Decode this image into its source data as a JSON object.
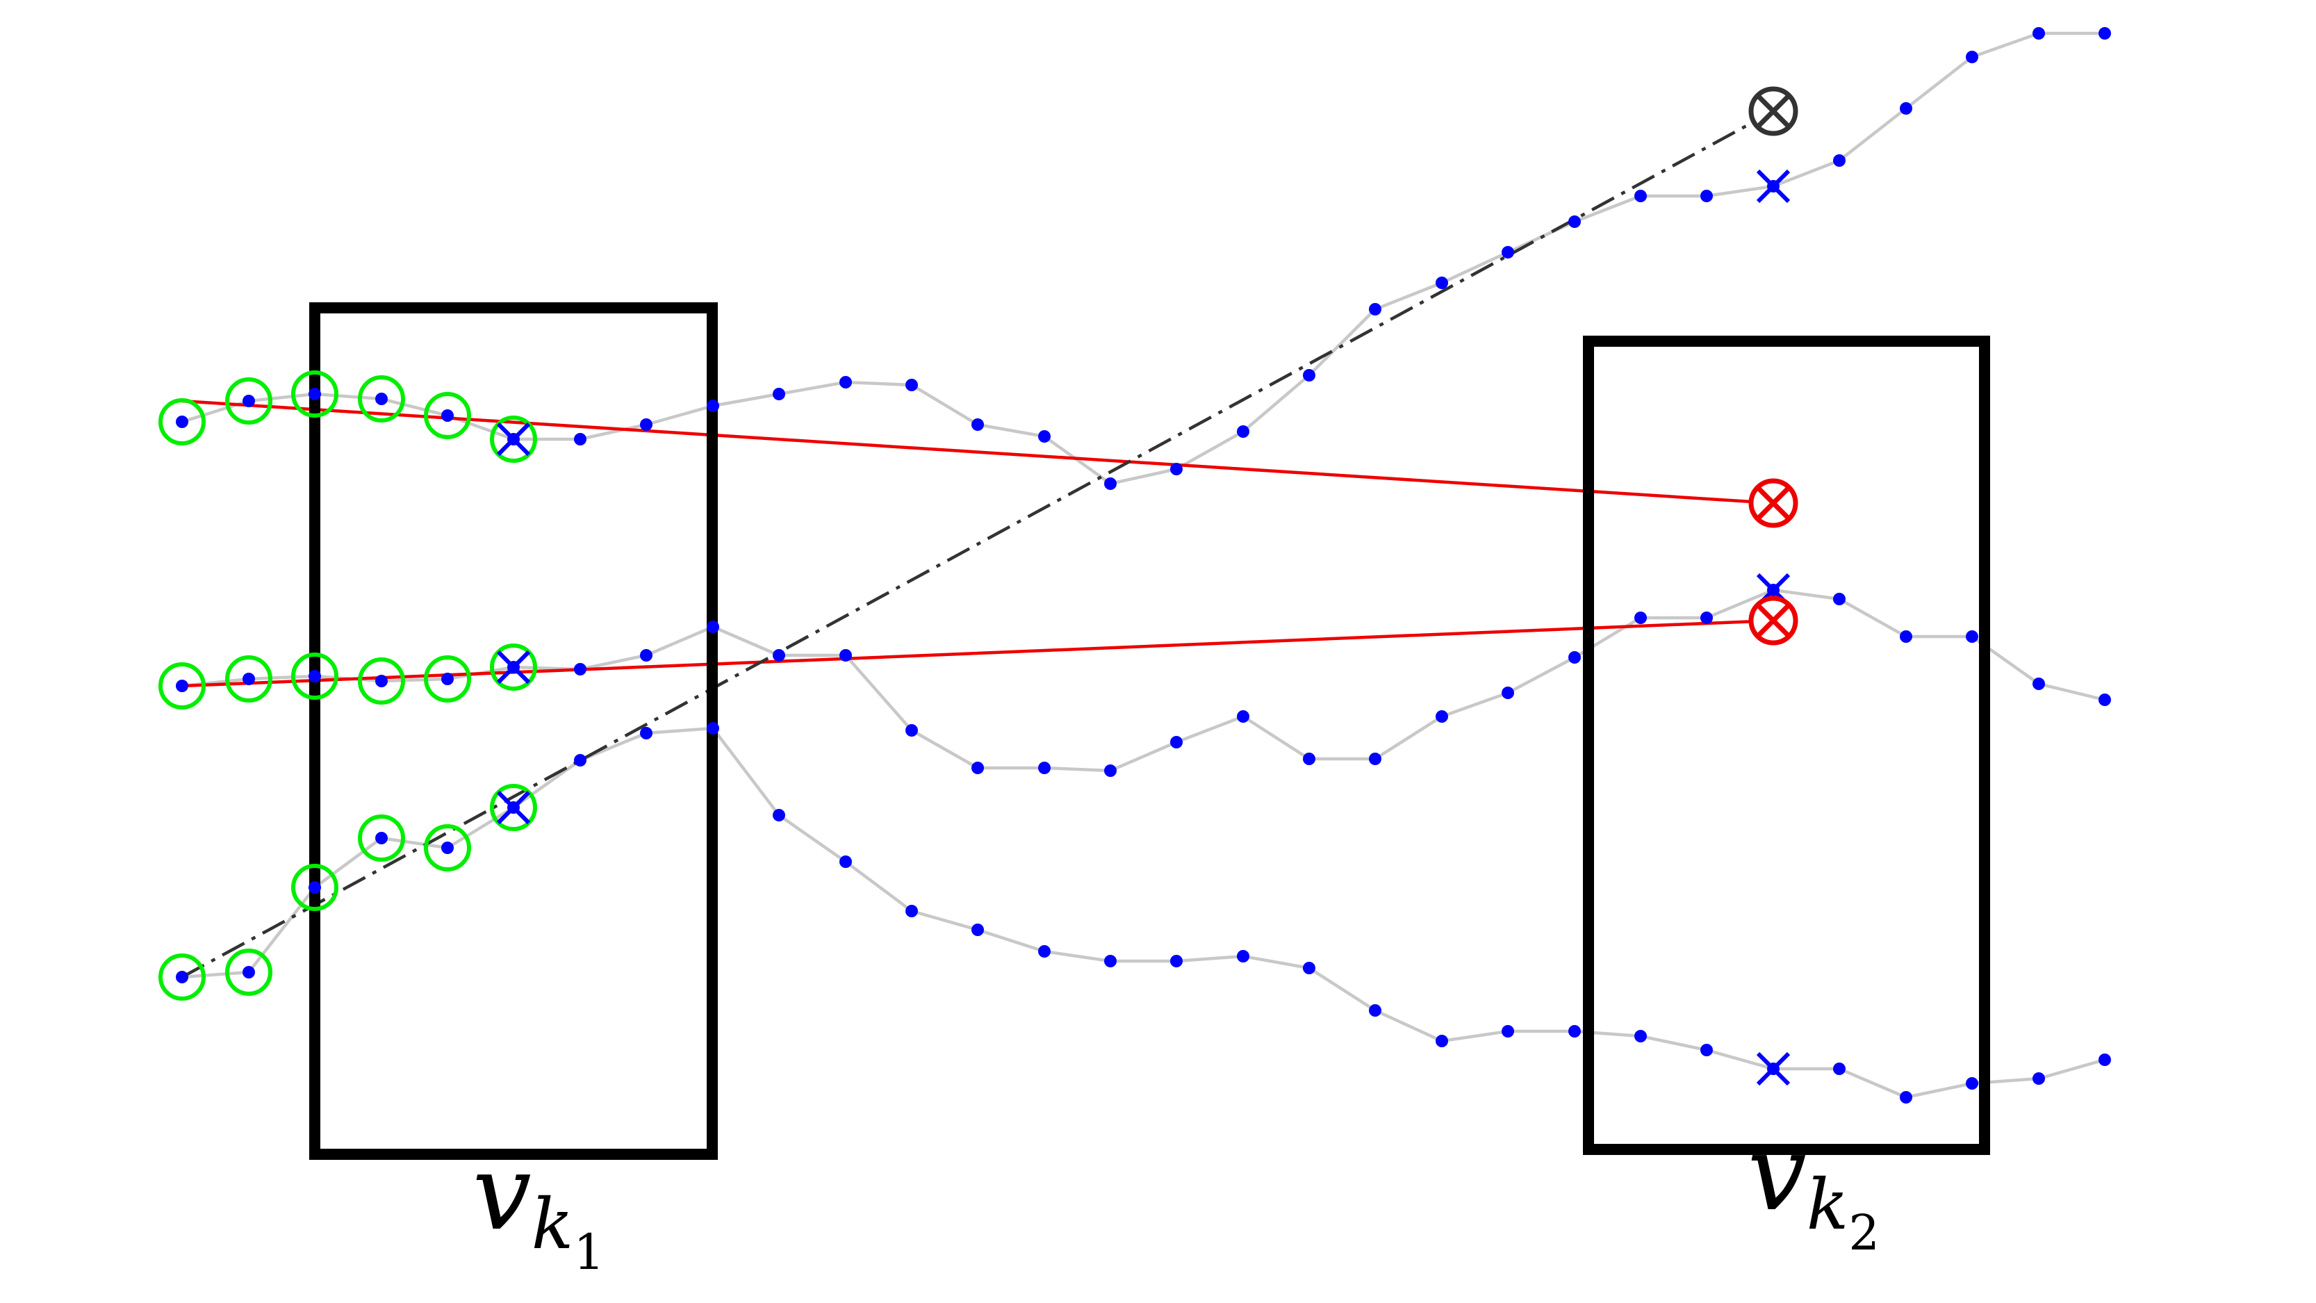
{
  "labels": {
    "box1": {
      "main": "v",
      "sub": "k",
      "subsub": "1"
    },
    "box2": {
      "main": "v",
      "sub": "k",
      "subsub": "2"
    }
  },
  "colors": {
    "point": "#0000ff",
    "trajectory": "#c8c8c8",
    "observed_marker": "#00ee00",
    "prediction_red": "#ee0000",
    "prediction_gray": "#333333",
    "current_position": "#0000ff",
    "box": "#000000"
  },
  "legend_semantics": {
    "blue-dot-icon": "trajectory sample",
    "green-circle-icon": "observed sample",
    "blue-cross-icon": "current / reference position",
    "circled-x-icon": "predicted position"
  }
}
